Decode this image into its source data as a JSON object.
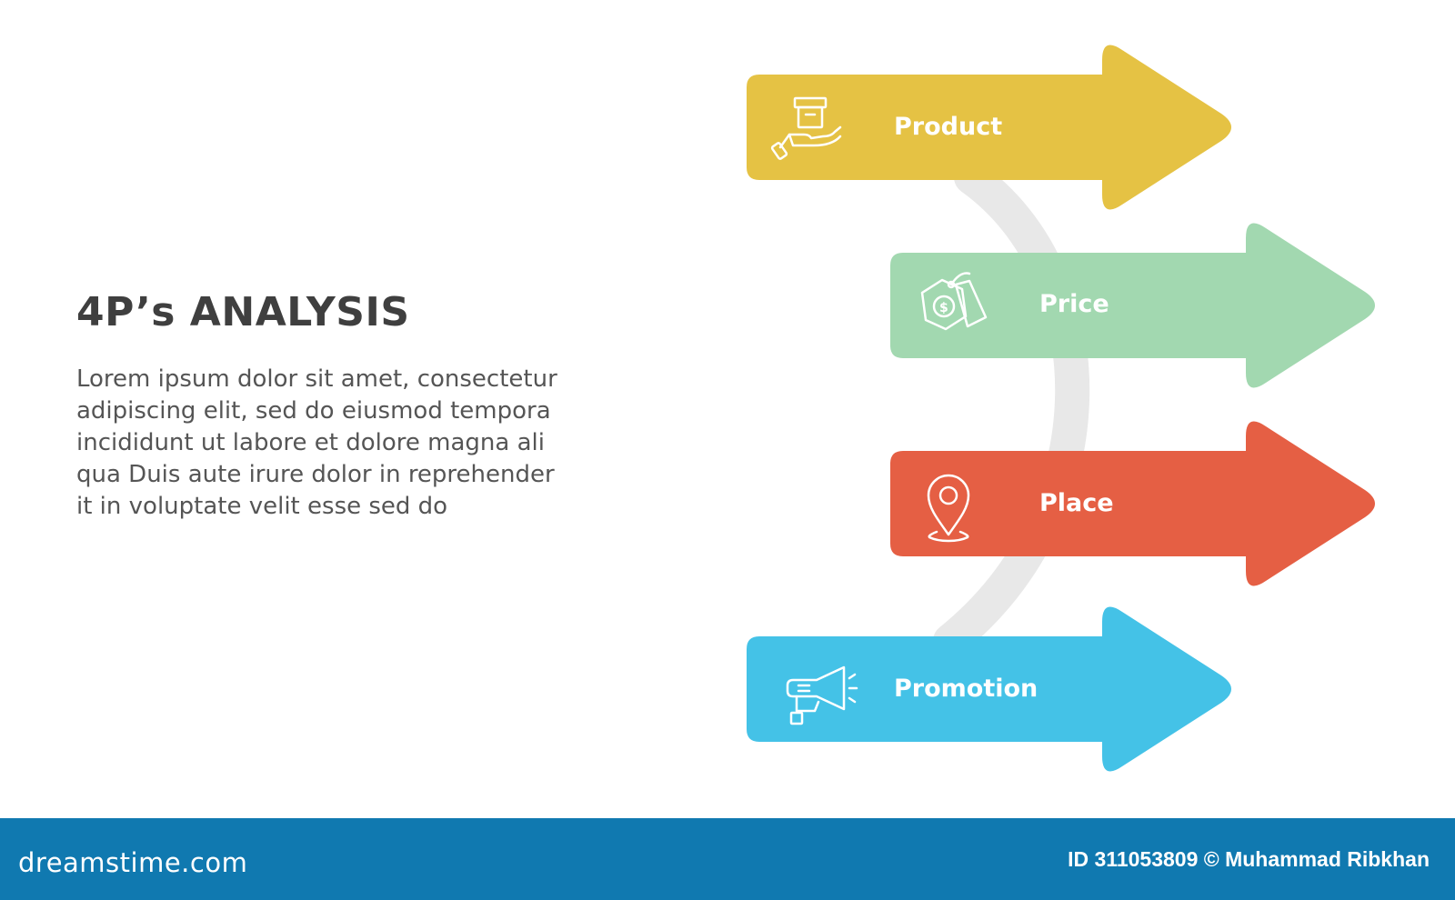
{
  "title": "4P’s ANALYSIS",
  "description_lines": [
    "Lorem ipsum dolor sit amet, consectetur",
    "adipiscing elit, sed do eiusmod tempora",
    "incididunt ut labore et dolore magna ali",
    "qua Duis aute irure dolor in reprehender",
    "it in voluptate velit esse sed do"
  ],
  "items": [
    {
      "label": "Product",
      "color": "#e5c244",
      "icon": "hand-box-icon"
    },
    {
      "label": "Price",
      "color": "#a2d8b0",
      "icon": "price-tag-icon"
    },
    {
      "label": "Place",
      "color": "#e55f44",
      "icon": "location-pin-icon"
    },
    {
      "label": "Promotion",
      "color": "#44c2e7",
      "icon": "megaphone-icon"
    }
  ],
  "connector_color": "#e8e8e8",
  "footer": {
    "logo": "dreamstime.com",
    "credit": "ID 311053809 © Muhammad Ribkhan",
    "color": "#1079b0"
  }
}
